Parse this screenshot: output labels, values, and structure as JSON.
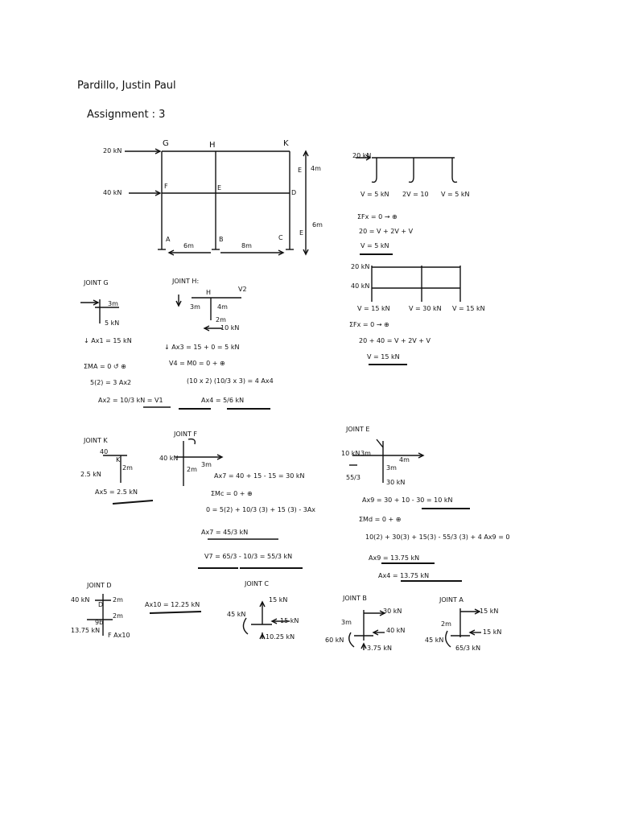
{
  "header": {
    "name": "Pardillo, Justin Paul",
    "assignment": "Assignment : 3"
  },
  "frame": {
    "nodes": [
      "G",
      "H",
      "K",
      "F",
      "E",
      "D",
      "A",
      "B",
      "C"
    ],
    "loads": [
      "20 kN",
      "40 kN"
    ],
    "spans": [
      "6m",
      "8m"
    ],
    "heights": [
      "4m",
      "6m"
    ],
    "labels_e": [
      "E",
      "E"
    ]
  },
  "story_top": {
    "load": "20 kN",
    "shears": [
      "V = 5 kN",
      "2V = 10",
      "V = 5 kN"
    ],
    "eq1": "ΣFx = 0 → ⊕",
    "eq2": "20 = V + 2V + V",
    "result": "V = 5 kN"
  },
  "story_bottom": {
    "loads": [
      "20 kN",
      "40 kN"
    ],
    "shears": [
      "V = 15 kN",
      "V = 30 kN",
      "V = 15 kN"
    ],
    "eq1": "ΣFx = 0 → ⊕",
    "eq2": "20 + 40 = V + 2V + V",
    "result": "V = 15 kN"
  },
  "joint_g": {
    "title": "JOINT G",
    "dim": "3m",
    "shear": "5 kN",
    "eq1": "↓ Ax1 = 15 kN",
    "eq2": "ΣMA = 0 ↺ ⊕",
    "eq3": "5(2) = 3 Ax2",
    "eq4": "Ax2 = 10/3 kN = V1"
  },
  "joint_h": {
    "title": "JOINT H:",
    "node": "H",
    "dims": [
      "3m",
      "4m",
      "2m"
    ],
    "v": "V2",
    "load": "10 kN",
    "eq1": "↓ Ax3 = 15 + 0 = 5 kN",
    "eq2": "V4 = M0 = 0 + ⊕",
    "eq3": "(10 x 2) (10/3 x 3) = 4 Ax4",
    "eq4": "Ax4 = 5/6 kN"
  },
  "joint_k": {
    "title": "JOINT K",
    "vals": [
      "40",
      "K",
      "2m",
      "2.5 kN"
    ],
    "result": "Ax5 = 2.5 kN"
  },
  "joint_f": {
    "title": "JOINT F",
    "vals": [
      "40 kN",
      "3m",
      "2m"
    ],
    "eq1": "Ax7 = 40 + 15 - 15 = 30 kN",
    "eq2": "ΣMc = 0 + ⊕",
    "eq3": "0 = 5(2) + 10/3 (3) + 15 (3) - 3Ax",
    "eq4": "Ax7 = 45/3 kN",
    "eq5": "V7 = 65/3 - 10/3 = 55/3 kN"
  },
  "joint_e": {
    "title": "JOINT E",
    "vals": [
      "10 kN",
      "3m",
      "3m",
      "4m",
      "55/3",
      "30 kN"
    ],
    "eq1": "Ax9 = 30 + 10 - 30 = 10 kN",
    "eq2": "ΣMd = 0 + ⊕",
    "eq3": "10(2) + 30(3) + 15(3) - 55/3 (3) + 4 Ax9 = 0",
    "eq4": "Ax9 = 13.75 kN",
    "eq5": "Ax4 = 13.75 kN"
  },
  "joint_d": {
    "title": "JOINT D",
    "vals": [
      "40 kN",
      "D",
      "2m",
      "2m",
      "9b",
      "13.75 kN",
      "F Ax10"
    ],
    "result": "Ax10 = 12.25 kN"
  },
  "joint_c": {
    "title": "JOINT C",
    "vals": [
      "15 kN",
      "45 kN",
      "15 kN",
      "10.25 kN"
    ]
  },
  "joint_b": {
    "title": "JOINT B",
    "vals": [
      "3m",
      "30 kN",
      "40 kN",
      "60 kN",
      "3.75 kN"
    ]
  },
  "joint_a": {
    "title": "JOINT A",
    "vals": [
      "2m",
      "15 kN",
      "45 kN",
      "15 kN",
      "65/3 kN"
    ]
  }
}
